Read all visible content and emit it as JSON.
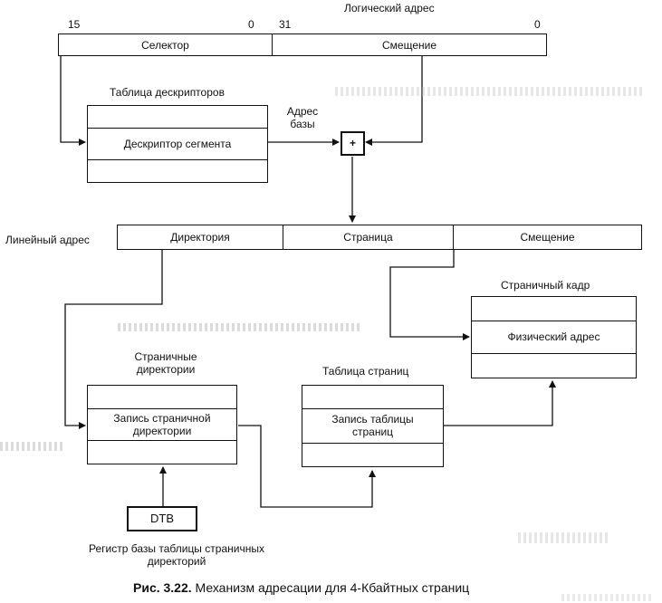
{
  "logical_address": {
    "title": "Логический адрес",
    "bit_15": "15",
    "bit_0_left": "0",
    "bit_31": "31",
    "bit_0_right": "0",
    "selector": "Селектор",
    "offset": "Смещение"
  },
  "descriptor_table": {
    "title": "Таблица дескрипторов",
    "entry": "Дескриптор сегмента"
  },
  "base_address": {
    "line1": "Адрес",
    "line2": "базы"
  },
  "adder": {
    "symbol": "+"
  },
  "linear_address": {
    "title": "Линейный адрес",
    "directory": "Директория",
    "page": "Страница",
    "offset": "Смещение"
  },
  "page_frame": {
    "title": "Страничный кадр",
    "entry": "Физический адрес"
  },
  "page_directories": {
    "title_line1": "Страничные",
    "title_line2": "директории",
    "entry_line1": "Запись страничной",
    "entry_line2": "директории"
  },
  "page_table": {
    "title": "Таблица страниц",
    "entry_line1": "Запись таблицы",
    "entry_line2": "страниц"
  },
  "register": {
    "label": "DTB",
    "caption_line1": "Регистр базы таблицы страничных",
    "caption_line2": "директорий"
  },
  "caption": {
    "fig": "Рис. 3.22.",
    "text": " Механизм адресации для 4-Кбайтных страниц"
  }
}
